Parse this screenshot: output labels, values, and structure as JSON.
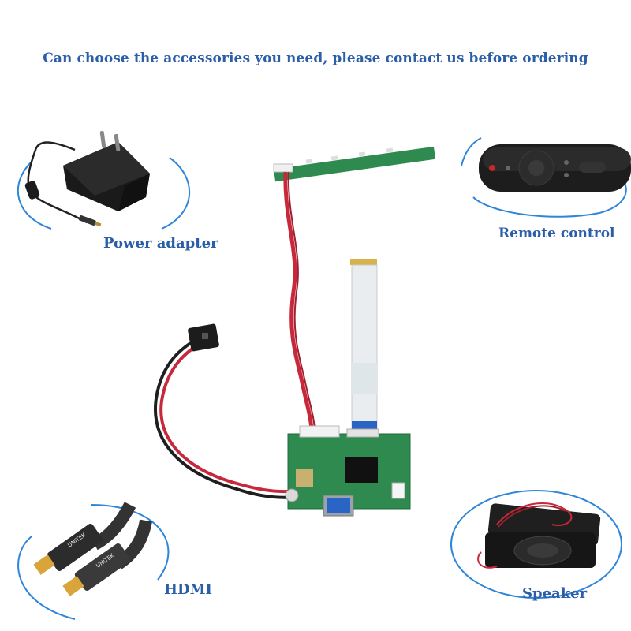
{
  "headline": "Can choose the accessories you need, please contact us before ordering",
  "accessories": {
    "power_adapter": "Power adapter",
    "remote_control": "Remote control",
    "hdmi": "HDMI",
    "speaker": "Speaker"
  },
  "colors": {
    "text_blue": "#2a5ea8",
    "frame_blue": "#2f86d8",
    "pcb_green": "#2e8a4f",
    "cable_red": "#c8283c"
  },
  "hdmi_cable_print": {
    "left": "UNITEK",
    "right": "UNITEK"
  }
}
